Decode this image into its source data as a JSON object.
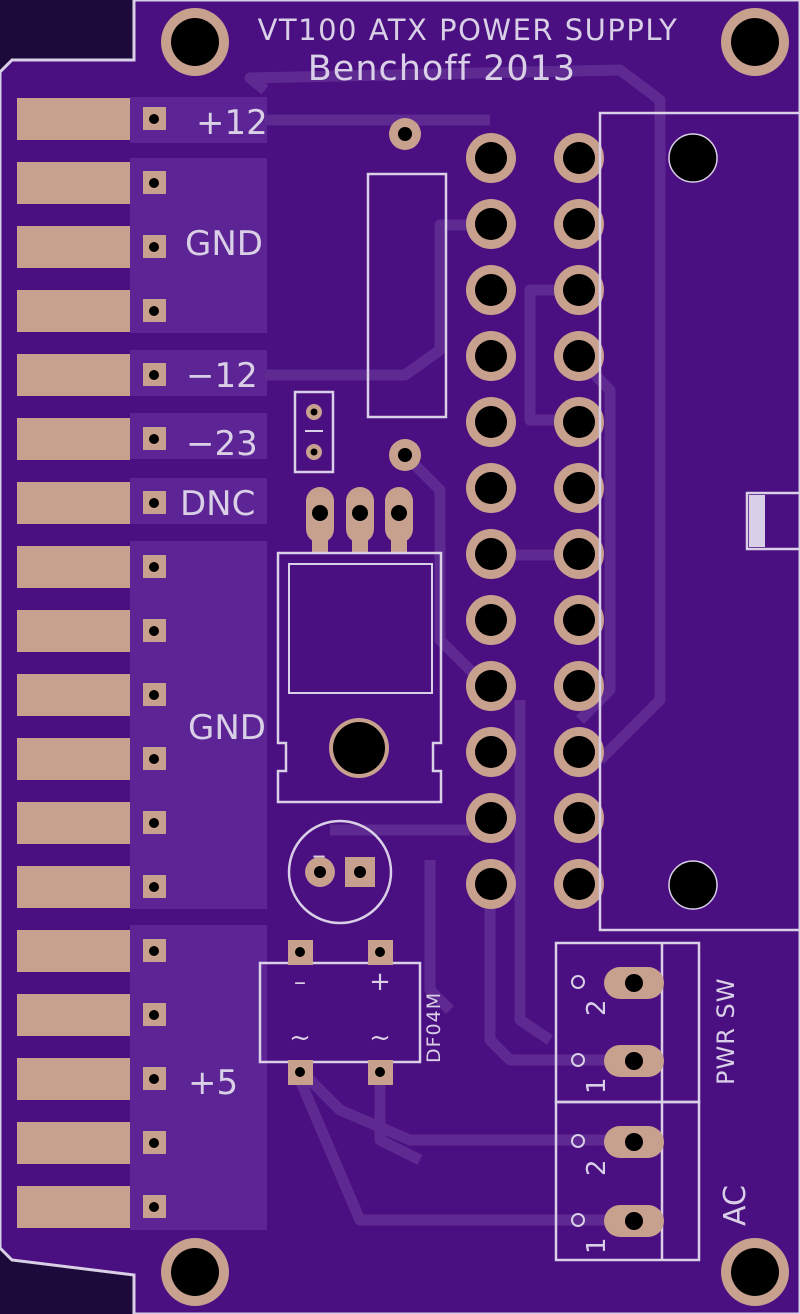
{
  "board": {
    "title": "VT100 ATX POWER SUPPLY",
    "subtitle": "Benchoff 2013"
  },
  "edge_labels": {
    "plus12": "+12",
    "gnd_top": "GND",
    "minus12": "−12",
    "minus23": "−23",
    "dnc": "DNC",
    "gnd_mid": "GND",
    "plus5": "+5"
  },
  "bridge": {
    "part": "DF04M",
    "minus": "–",
    "plus": "+",
    "ac1": "~",
    "ac2": "~"
  },
  "capacitor": {
    "polarity": "–"
  },
  "connectors": {
    "pwr_sw": {
      "label": "PWR SW",
      "pin1": "1",
      "pin2": "2"
    },
    "ac": {
      "label": "AC",
      "pin1": "1",
      "pin2": "2"
    }
  },
  "colors": {
    "board": "#4a0f80",
    "pour": "#5c2494",
    "trace": "#5e2a92",
    "copper": "#c8a08e",
    "silkscreen": "#d9cfe6",
    "hole": "#000000",
    "background": "#1c0b3a"
  }
}
